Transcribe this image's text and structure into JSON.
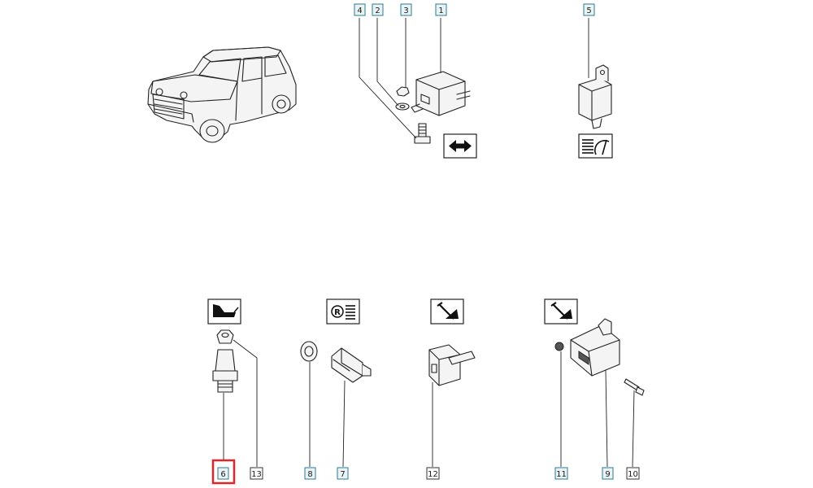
{
  "parts": [
    {
      "ref": "1"
    },
    {
      "ref": "2"
    },
    {
      "ref": "3"
    },
    {
      "ref": "4"
    },
    {
      "ref": "5"
    },
    {
      "ref": "6",
      "selected": true
    },
    {
      "ref": "7"
    },
    {
      "ref": "8"
    },
    {
      "ref": "9"
    },
    {
      "ref": "10"
    },
    {
      "ref": "11"
    },
    {
      "ref": "12"
    },
    {
      "ref": "13"
    }
  ],
  "pictograms": {
    "reverse_symbol": "R"
  },
  "colors": {
    "selection": "#e0262b",
    "ref_box_border": "#2c7b8f",
    "ref_box_fill": "#e9f3f6"
  },
  "icons": [
    "car-illustration",
    "double-arrow-icon",
    "wiper-icon",
    "oil-can-icon",
    "reverse-light-icon",
    "handbrake-icon",
    "handbrake-lever-icon"
  ]
}
